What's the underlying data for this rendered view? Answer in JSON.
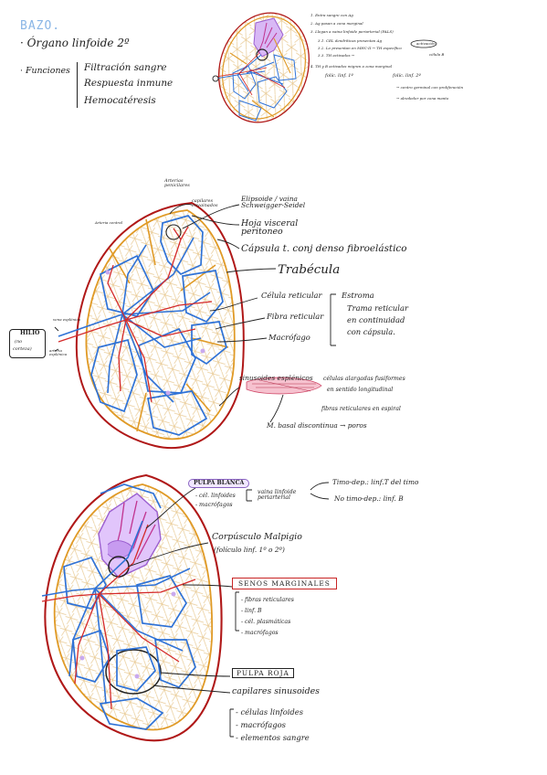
{
  "title": "BAZO.",
  "intro": {
    "organ": "Órgano linfoide 2º",
    "functions_label": "Funciones",
    "functions": [
      "Filtración sangre",
      "Respuesta inmune",
      "Hemocatéresis"
    ]
  },
  "mini_notes": {
    "steps": [
      "1. Entra sangre con Ag",
      "2. Ag pasan a zona marginal",
      "3. Llegan a vaina linfoide periarterial (PALS)",
      "3.1. CEL dendríticas presentan Ag",
      "3.2. Lo presentan en MHC-II → TH específico",
      "3.3. TH activados →",
      "4. TH y B activados migran a zona marginal"
    ],
    "side_labels": [
      "activación",
      "célula B"
    ],
    "follicles": [
      "folíc. linf. 1º",
      "folíc. linf. 2º"
    ],
    "germinal": [
      "→ centro germinal con proliferación",
      "→ alrededor por zona manto"
    ]
  },
  "d2": {
    "labels": {
      "arterias_penicilares": "Arterias penicilares",
      "capilares_envainados": "capilares envainados",
      "arteria_central": "Arteria central",
      "elipsoide": "Elipsoide / vaina Schweigger-Seidel",
      "hoja_visceral": "Hoja visceral peritoneo",
      "capsula": "Cápsula t. conj denso fibroelástico",
      "trabecula": "Trabécula",
      "celula_reticular": "Célula reticular",
      "fibra_reticular": "Fibra reticular",
      "macrofago": "Macrófago",
      "estroma": "Estroma",
      "trama_lines": [
        "Trama reticular",
        "en continuidad",
        "con cápsula."
      ],
      "hilio": "HILIO",
      "hilio_sub": "(no",
      "hilio_sub2": "corteza)",
      "vena_esplenica": "vena esplénica",
      "arteria_esplenica": "arteria esplénica",
      "sinusoides": "sinusoides esplénicos",
      "celulas_alargadas": "células alargadas fusiformes",
      "sentido_longitudinal": "en sentido longitudinal",
      "fibras_espiral": "fibras reticulares en espiral",
      "m_basal": "M. basal discontinua → poros"
    }
  },
  "d3": {
    "labels": {
      "pulpa_blanca": "PULPA BLANCA",
      "cel_linfoides": "- cél. linfoides",
      "macrofagos": "- macrófagos",
      "vaina": "vaina linfoide periarterial",
      "timo_dep": "Timo-dep.: linf.T del timo",
      "no_timo_dep": "No timo-dep.: linf. B",
      "corpusculo": "Corpúsculo Malpigio",
      "foliculo": "(folículo linf. 1º o 2º)",
      "senos": "SENOS MARGINALES",
      "senos_items": [
        "- fibras reticulares",
        "- linf. B",
        "- cél. plasmáticas",
        "- macrófagos"
      ],
      "pulpa_roja": "PULPA ROJA",
      "capilares_sinusoides": "capilares sinusoides",
      "pulpa_roja_items": [
        "- células linfoides",
        "- macrófagos",
        "- elementos sangre"
      ]
    }
  },
  "colors": {
    "vessel_blue": "#2f72d6",
    "artery_red": "#d42a2a",
    "trabecula": "#e09a26",
    "reticular": "#e8c992",
    "pulp_purple": "#9b5fd0",
    "capsule_red": "#b01818",
    "title_blue": "#8ab6e6"
  }
}
